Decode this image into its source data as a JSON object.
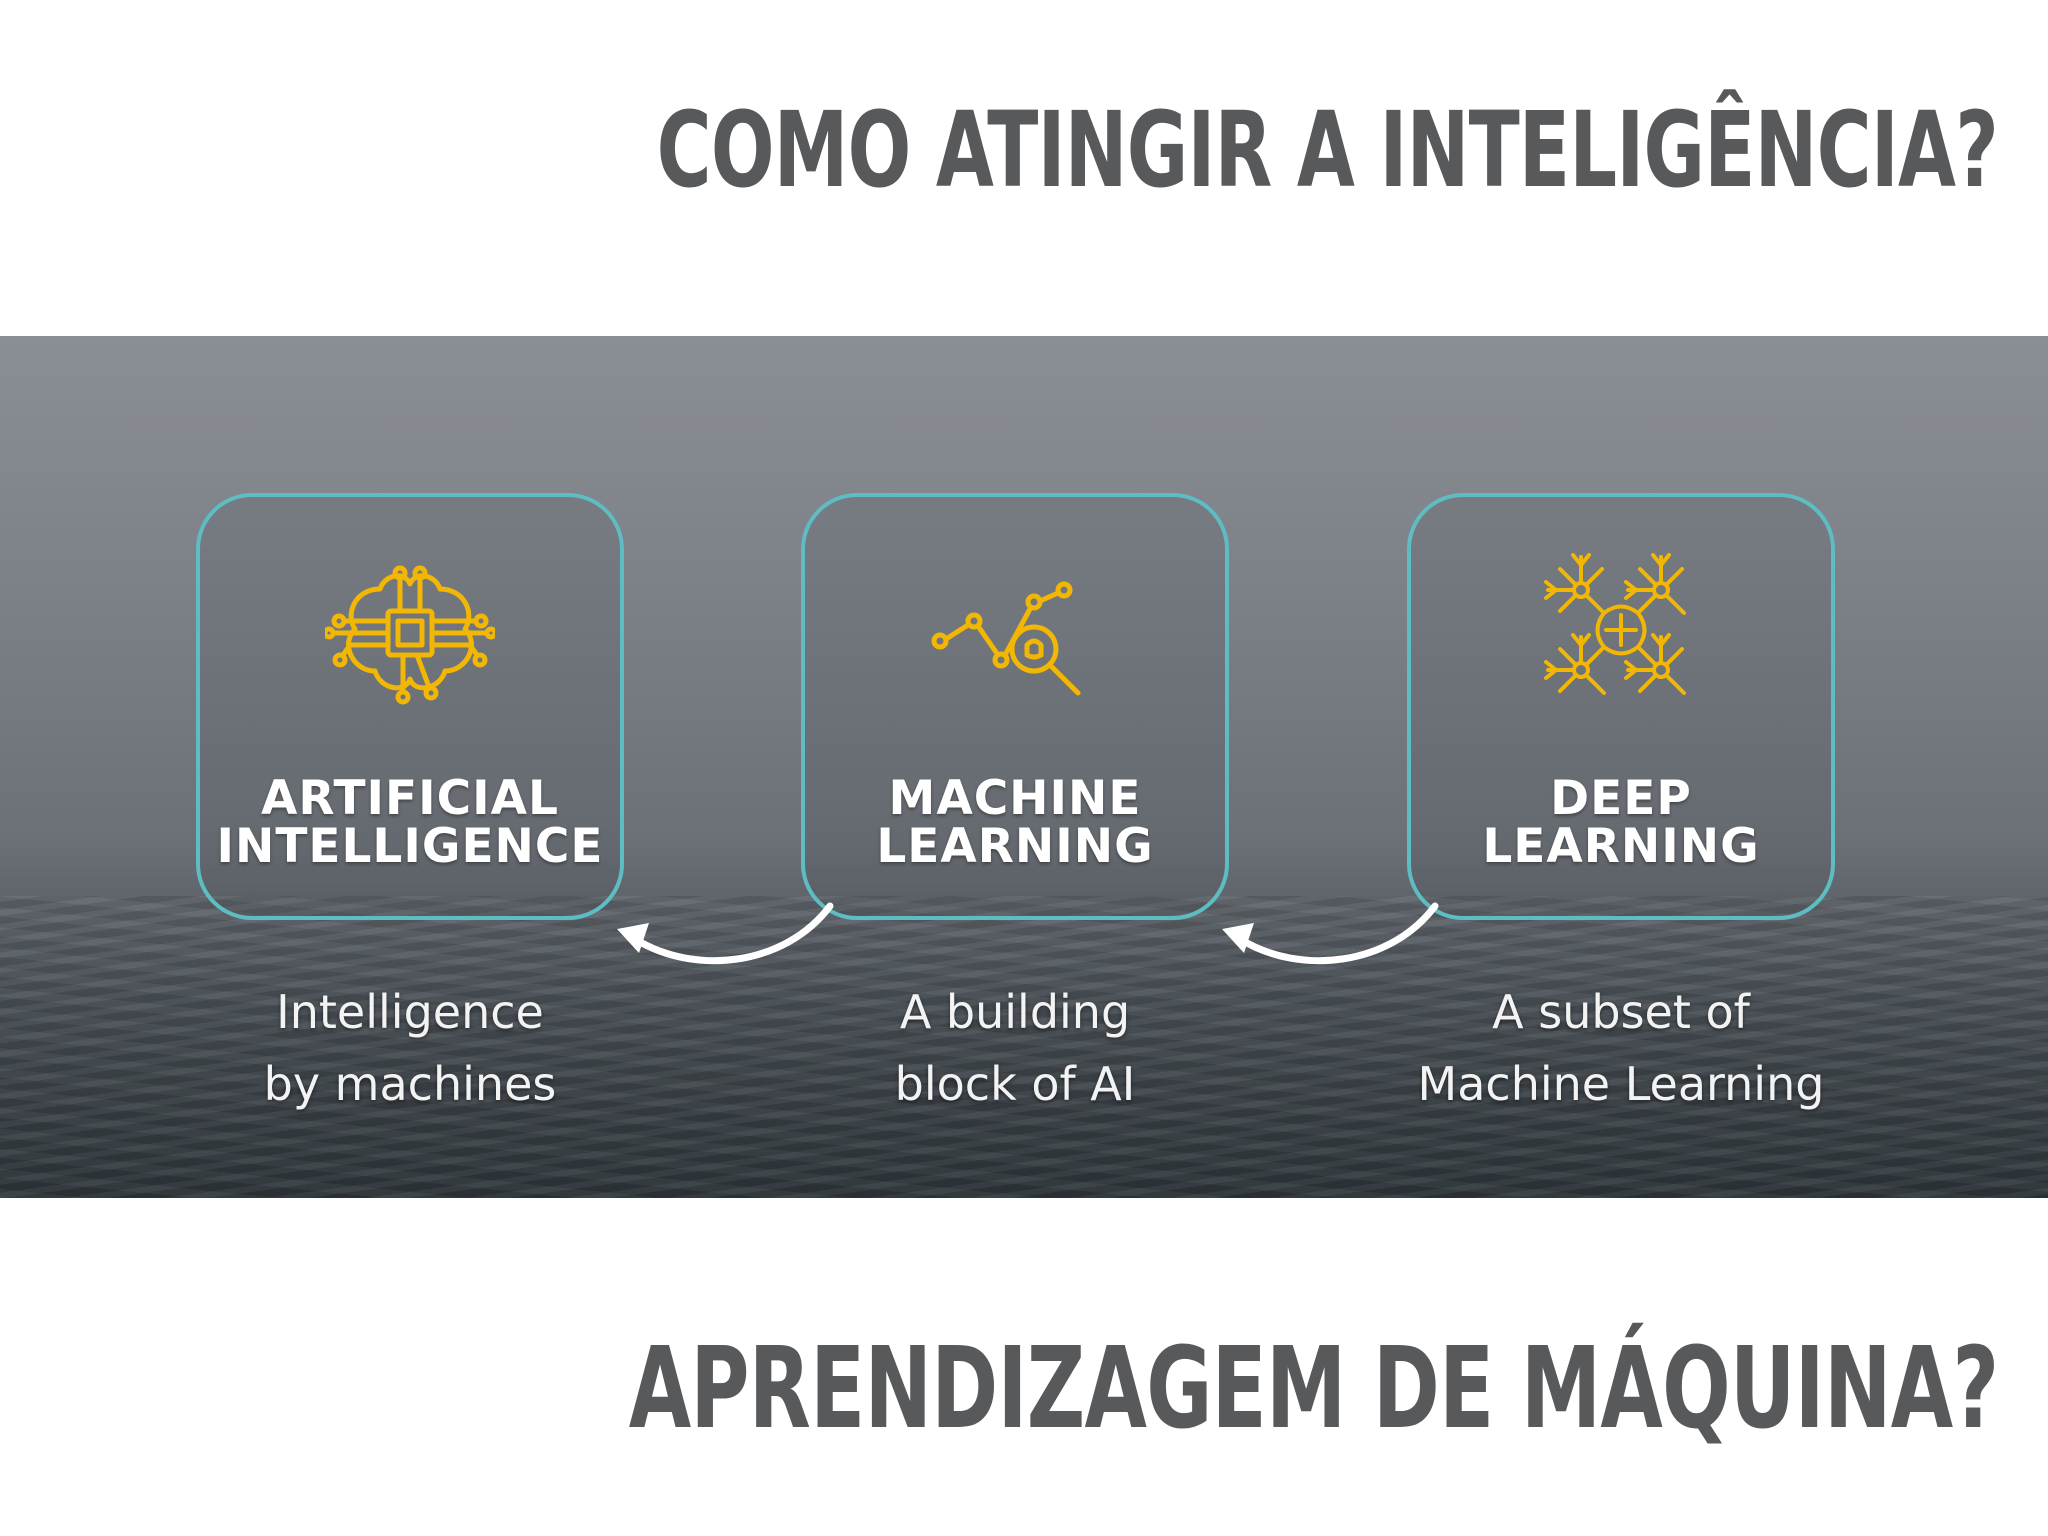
{
  "title_top": "COMO ATINGIR A INTELIGÊNCIA?",
  "title_bottom": "APRENDIZAGEM DE MÁQUINA?",
  "boxes": [
    {
      "label_line1": "ARTIFICIAL",
      "label_line2": "INTELLIGENCE",
      "caption_line1": "Intelligence",
      "caption_line2": "by machines",
      "icon": "brain-chip-icon"
    },
    {
      "label_line1": "MACHINE",
      "label_line2": "LEARNING",
      "caption_line1": "A building",
      "caption_line2": "block of AI",
      "icon": "magnifier-chart-icon"
    },
    {
      "label_line1": "DEEP",
      "label_line2": "LEARNING",
      "caption_line1": "A subset of",
      "caption_line2": "Machine Learning",
      "icon": "neural-network-icon"
    }
  ],
  "colors": {
    "title": "#58595b",
    "box_border": "#5dbdc3",
    "icon": "#f2b705",
    "label": "#ffffff"
  }
}
